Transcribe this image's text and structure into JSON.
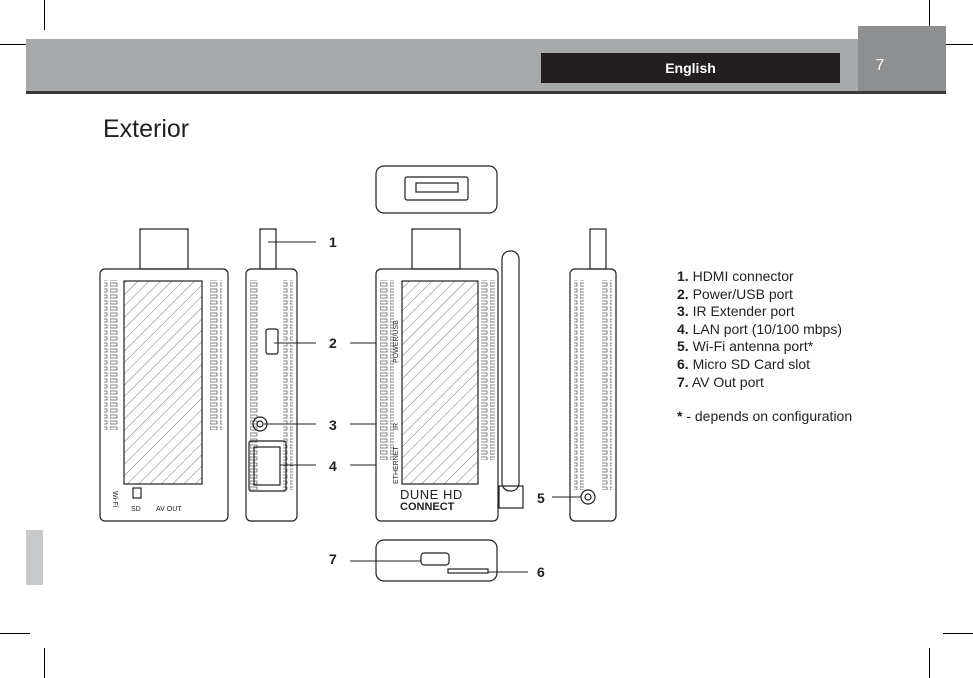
{
  "header": {
    "language": "English",
    "page_number": "7"
  },
  "title": "Exterior",
  "legend": [
    {
      "num": "1.",
      "text": "HDMI connector"
    },
    {
      "num": "2.",
      "text": "Power/USB port"
    },
    {
      "num": "3.",
      "text": "IR Extender port"
    },
    {
      "num": "4.",
      "text": "LAN port (10/100 mbps)"
    },
    {
      "num": "5.",
      "text": "Wi-Fi  antenna port*"
    },
    {
      "num": "6.",
      "text": "Micro SD Card slot"
    },
    {
      "num": "7.",
      "text": "AV Out port"
    }
  ],
  "note": {
    "star": "*",
    "text": " - depends on configuration"
  },
  "callouts": [
    "1",
    "2",
    "3",
    "4",
    "5",
    "6",
    "7"
  ],
  "device_labels": {
    "wifi": "Wi-Fi",
    "sd": "SD",
    "av_out": "AV OUT",
    "power_usb": "POWER/USB",
    "ir": "IR",
    "ethernet": "ETHERNET",
    "brand_line1": "DUNE HD",
    "brand_line2": "CONNECT"
  }
}
